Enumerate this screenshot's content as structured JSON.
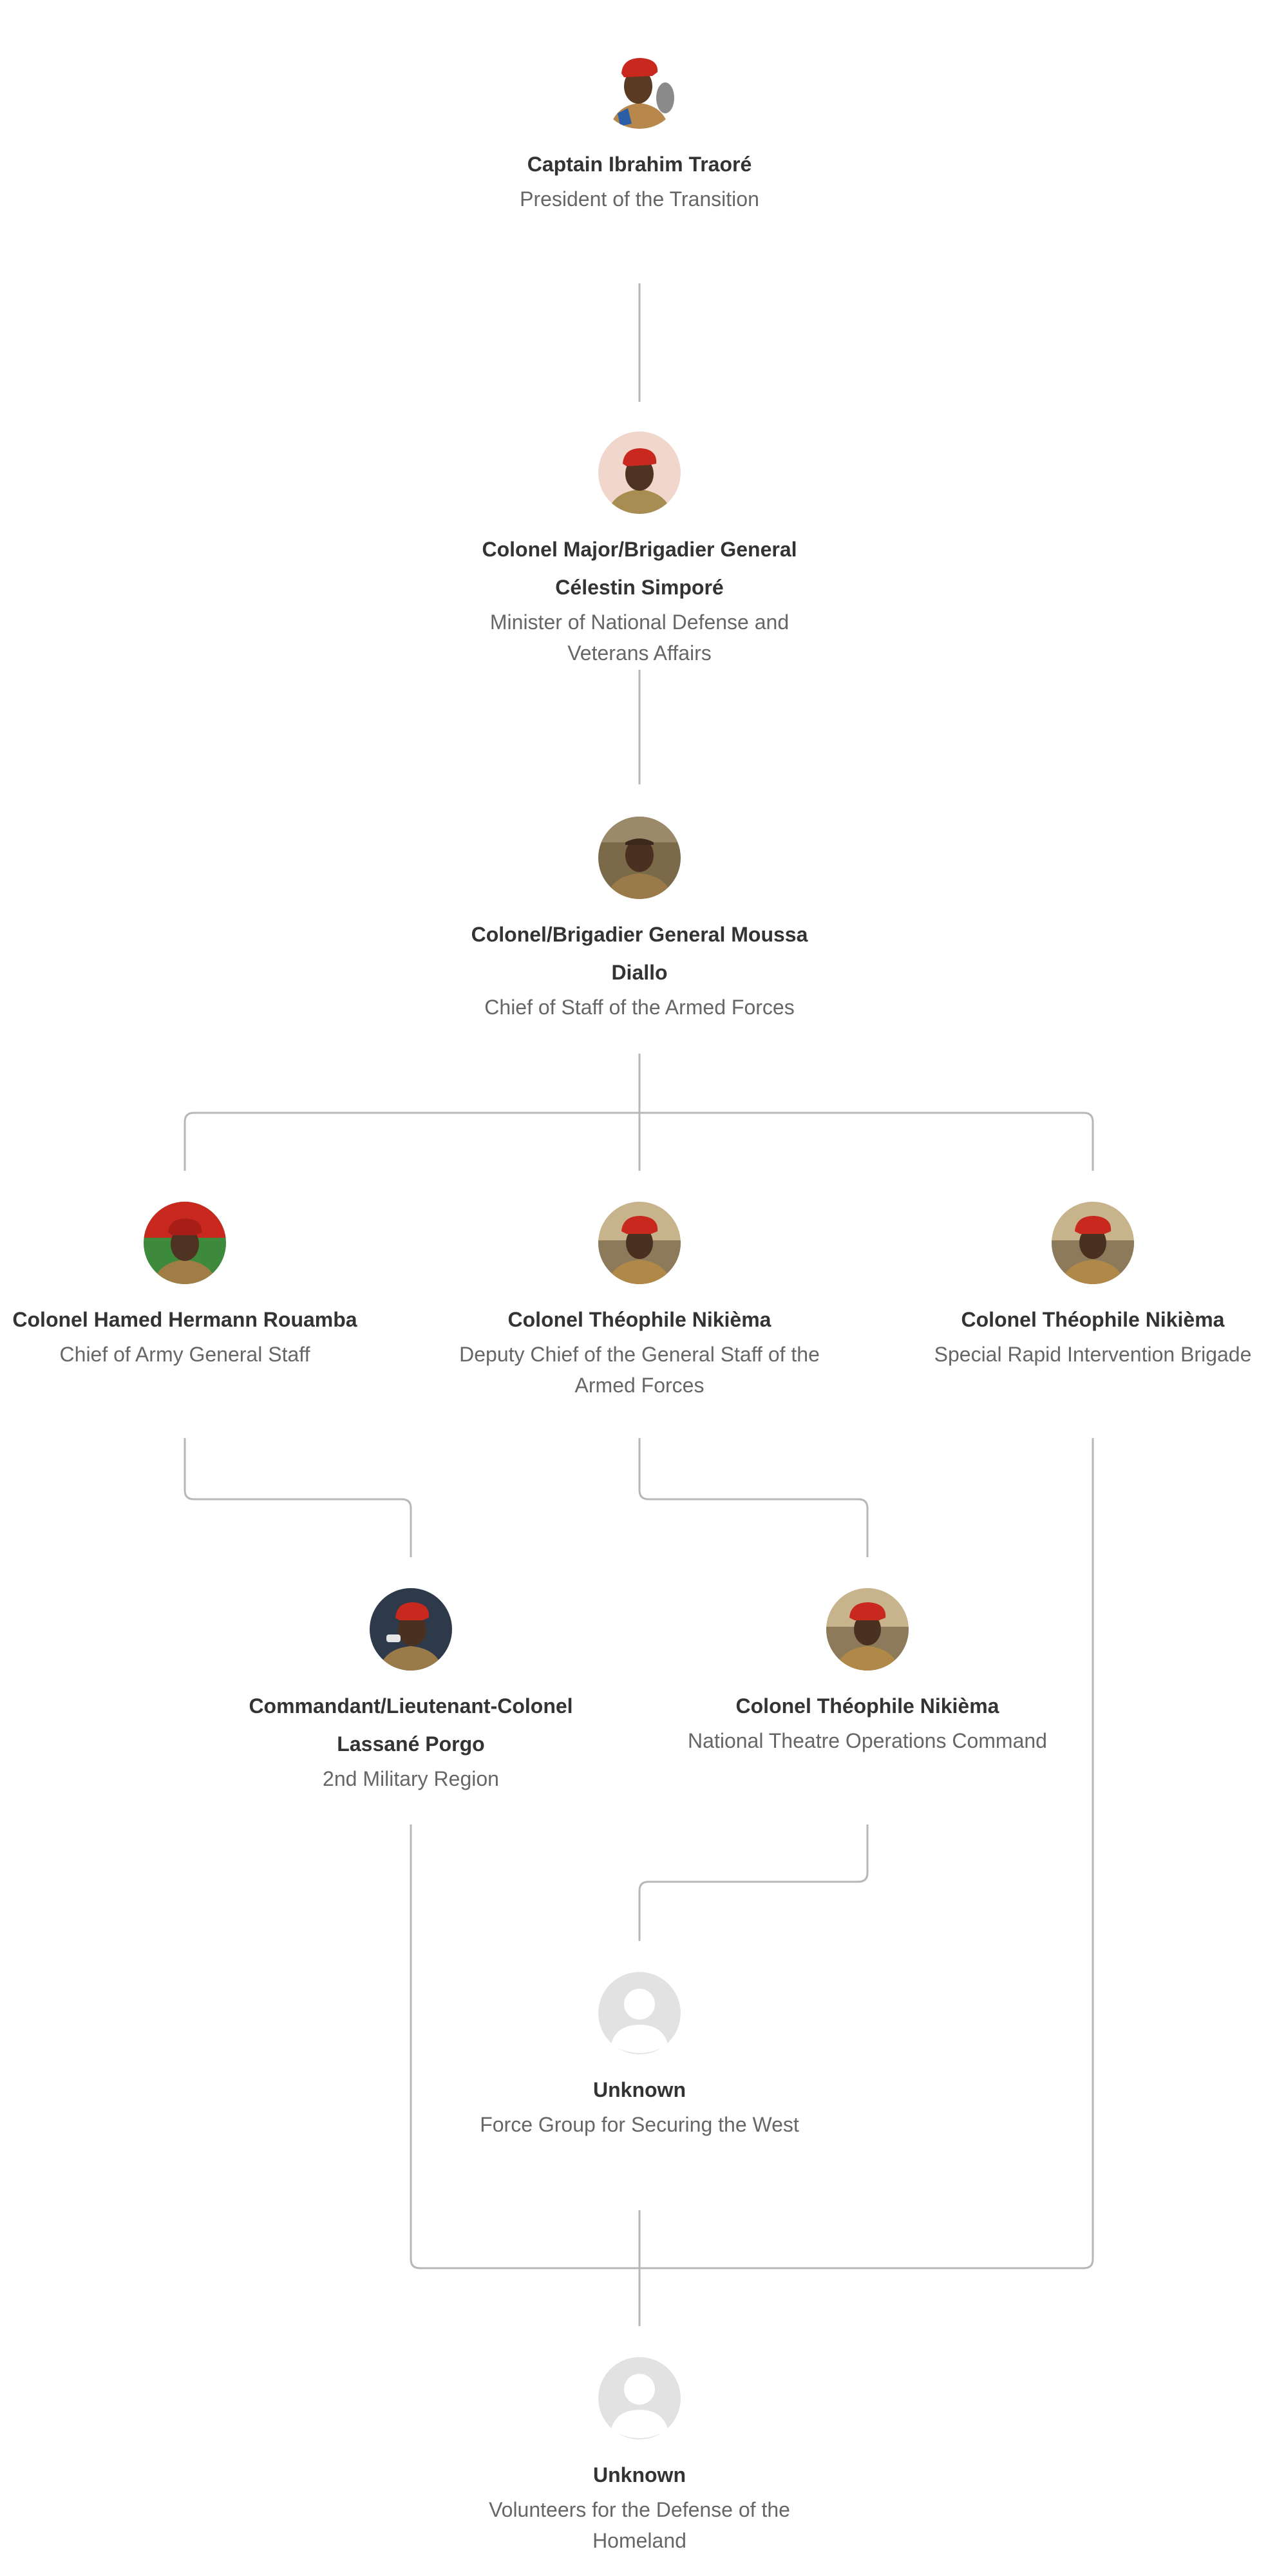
{
  "nodes": {
    "traore": {
      "name": "Captain Ibrahim Traoré",
      "role": "President of the Transition",
      "photo": "portrait-beret-hat"
    },
    "simpore": {
      "name": "Colonel Major/Brigadier General Célestin Simporé",
      "role": "Minister of National Defense and Veterans Affairs",
      "photo": "portrait-beret"
    },
    "diallo": {
      "name": "Colonel/Brigadier General Moussa Diallo",
      "role": "Chief of Staff of the Armed Forces",
      "photo": "portrait-bare-head"
    },
    "rouamba": {
      "name": "Colonel Hamed Hermann Rouamba",
      "role": "Chief of Army General Staff",
      "photo": "portrait-beret-flag"
    },
    "nikiema_deputy": {
      "name": "Colonel Théophile Nikièma",
      "role": "Deputy Chief of the General Staff of the Armed Forces",
      "photo": "portrait-beret"
    },
    "nikiema_brigade": {
      "name": "Colonel Théophile Nikièma",
      "role": "Special Rapid Intervention Brigade",
      "photo": "portrait-beret"
    },
    "porgo": {
      "name": "Commandant/Lieutenant-Colonel Lassané Porgo",
      "role": "2nd Military Region",
      "photo": "portrait-beret-microphone"
    },
    "nikiema_command": {
      "name": "Colonel Théophile Nikièma",
      "role": "National Theatre Operations Command",
      "photo": "portrait-beret"
    },
    "unknown_west": {
      "name": "Unknown",
      "role": "Force Group for Securing the West",
      "photo": "placeholder-avatar"
    },
    "unknown_volunteers": {
      "name": "Unknown",
      "role": "Volunteers for the Defense of the Homeland",
      "photo": "placeholder-avatar"
    }
  },
  "colors": {
    "connector": "#b7b7b7",
    "name_text": "#333333",
    "role_text": "#666666",
    "beret": "#c8281e",
    "uniform": "#b8874c",
    "placeholder": "#e2e2e2"
  }
}
